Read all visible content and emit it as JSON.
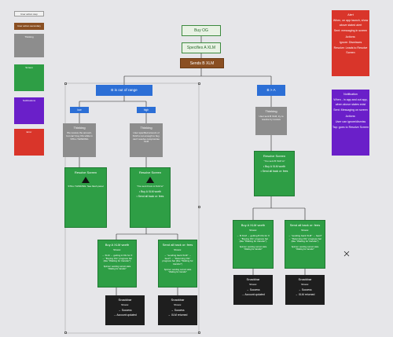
{
  "legend": {
    "item1": "User action step",
    "item2": "User action secondary",
    "item3": "Thinking",
    "item4": "Screen",
    "item5": "Notifications",
    "item6": "Error"
  },
  "alert_note": {
    "title": "Alert",
    "line1": "When, on app launch, show above stated alert",
    "line2": "Sent: messaging in screen",
    "line3": "Actions:",
    "line4": "Ignore: Dismisses",
    "line5": "Resolve: Leads to Resolve Screen"
  },
  "notif_note": {
    "title": "Notification",
    "line1": "When - in app and out app, when above states exist",
    "line2": "Sent: Messaging on screen",
    "line3": "Actions:",
    "line4": "User can ignore/dismiss",
    "line5": "Tap: goes to Resolve Screen"
  },
  "flow": {
    "buy_og": "Buy OG",
    "specifies_xlm": "Specifies A XLM",
    "sends_b_xlm": "Sends B XLM",
    "out_of_range": "B is out of range",
    "low": "low",
    "high": "high",
    "b_gt_a": "B > A",
    "thinking_low": {
      "title": "Thinking",
      "body": "We receive the amount, but can't buy OG while in STILL THINKING"
    },
    "thinking_high": {
      "title": "Thinking",
      "body": "User specified amount of XLM is not enough to buy, can't resolve compromise XLM"
    },
    "thinking_right": {
      "title": "Thinking",
      "body": "User sent B XLM, try to resolve by receive"
    },
    "resolve_low": {
      "title": "Resolve Screen",
      "body": "STILL THINKING: See flash panel"
    },
    "resolve_high": {
      "title": "Resolve Screen",
      "body": "\"You sent From A XLM to\"",
      "opt1": "• Buy A XLM worth",
      "opt2": "• Send all back or: fees"
    },
    "resolve_right": {
      "title": "Resolve Screen",
      "body": "\"You sent B XLM to\"",
      "opt1": "• Buy A XLM worth",
      "opt2": "• Send all back or: fees"
    },
    "buy_mid": {
      "title": "Buy A XLM worth",
      "sub": "Shows:",
      "body": "→ XLM → getting A OG for X → \"Buying OG\" progress bar (like \"Waiting for transfer\")",
      "foot": "Spinner: sending current state \"Waiting for transfer\""
    },
    "send_mid": {
      "title": "Send all back or: fees",
      "sub": "Shows:",
      "body": "→ \"sending back XLM\" → fees? → \"Returning OG\" progress bar (like \"Waiting for transfer\")",
      "foot": "Spinner: sending current state \"Waiting for transfer\""
    },
    "buy_right": {
      "title": "Buy A XLM worth",
      "sub": "Shows:",
      "body": "→ B XLM → getting B OG for X → \"Buying OG\" progress bar (like \"Waiting for transfer\")",
      "foot": "Spinner: sending current state \"Waiting for transfer\""
    },
    "send_right": {
      "title": "Send all back or: fees",
      "sub": "Shows:",
      "body": "→ \"sending back XLM\" → fees? → \"Returning OG\" progress bar (like \"Waiting for transfer\")",
      "foot": "Spinner: sending current state \"Waiting for transfer\""
    },
    "snack_mid1": {
      "title": "Snackbar",
      "sub": "Shows:",
      "l1": "→ Success",
      "l2": "→ Account updated"
    },
    "snack_mid2": {
      "title": "Snackbar",
      "sub": "Shows:",
      "l1": "→ Success",
      "l2": "→ XLM returned"
    },
    "snack_right1": {
      "title": "Snackbar",
      "sub": "Shows:",
      "l1": "→ Success",
      "l2": "→ Account updated"
    },
    "snack_right2": {
      "title": "Snackbar",
      "sub": "Shows:",
      "l1": "→ Success",
      "l2": "→ XLM returned"
    }
  },
  "colors": {
    "green": "#2e9e45",
    "gray": "#8d8d8d",
    "blue": "#2c6fd6",
    "brown": "#8a4f22",
    "red": "#d9352a",
    "purple": "#6a1fc9",
    "dark": "#1e1e1e"
  }
}
